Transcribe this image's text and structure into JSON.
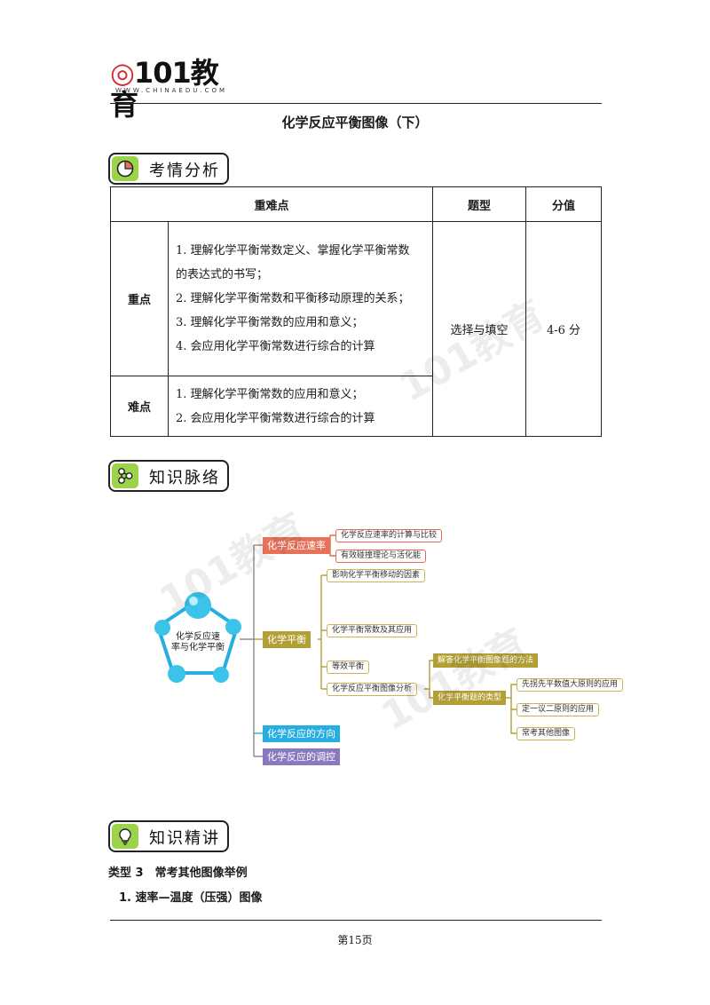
{
  "header": {
    "logo_text": "101教育",
    "logo_url": "WWW.CHINAEDU.COM"
  },
  "doc_title": "化学反应平衡图像（下）",
  "sections": {
    "analysis": "考情分析",
    "knowledge_map": "知识脉络",
    "knowledge_detail": "知识精讲"
  },
  "table": {
    "headers": [
      "重难点",
      "题型",
      "分值"
    ],
    "rows": [
      {
        "label": "重点",
        "items": [
          "1. 理解化学平衡常数定义、掌握化学平衡常数",
          "的表达式的书写；",
          "2. 理解化学平衡常数和平衡移动原理的关系；",
          "3. 理解化学平衡常数的应用和意义；",
          "4. 会应用化学平衡常数进行综合的计算"
        ]
      },
      {
        "label": "难点",
        "items": [
          "1. 理解化学平衡常数的应用和意义；",
          "2. 会应用化学平衡常数进行综合的计算"
        ]
      }
    ],
    "question_type": "选择与填空",
    "score": "4-6 分"
  },
  "mindmap": {
    "center": "化学反应速率与化学平衡",
    "branches": [
      {
        "label": "化学反应速率",
        "color": "#e8715a",
        "leaves": [
          "化学反应速率的计算与比较",
          "有效碰撞理论与活化能"
        ]
      },
      {
        "label": "化学平衡",
        "color": "#b2a036",
        "leaves": [
          "影响化学平衡移动的因素",
          "化学平衡常数及其应用",
          "等效平衡",
          "化学反应平衡图像分析"
        ]
      },
      {
        "label": "化学反应的方向",
        "color": "#27aee0"
      },
      {
        "label": "化学反应的调控",
        "color": "#8a79c0"
      }
    ],
    "sub_branches": [
      "解答化学平衡图像题的方法",
      "化学平衡题的类型"
    ],
    "sub_leaves": [
      "先拐先平数值大原则的应用",
      "定一议二原则的应用",
      "常考其他图像"
    ]
  },
  "lesson": {
    "type_heading": "类型 3　常考其他图像举例",
    "subheading": "1. 速率—温度（压强）图像"
  },
  "footer": {
    "page": "第15页"
  }
}
